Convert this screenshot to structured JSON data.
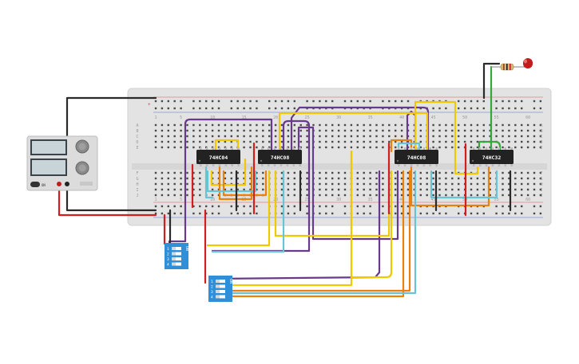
{
  "breadboard": {
    "column_numbers_top": [
      "1",
      "5",
      "10",
      "15",
      "20",
      "25",
      "30",
      "35",
      "40",
      "45",
      "50",
      "55",
      "60"
    ],
    "column_numbers_bottom": [
      "1",
      "5",
      "10",
      "15",
      "20",
      "25",
      "30",
      "35",
      "40",
      "45",
      "50",
      "55",
      "60"
    ],
    "row_letters_top": [
      "A",
      "B",
      "C",
      "D",
      "E"
    ],
    "row_letters_bottom": [
      "F",
      "G",
      "H",
      "I",
      "J"
    ],
    "rail_plus": "+",
    "rail_minus": "-"
  },
  "chips": [
    {
      "id": "chip-1",
      "label": "74HC04"
    },
    {
      "id": "chip-2",
      "label": "74HC08"
    },
    {
      "id": "chip-3",
      "label": "74HC08"
    },
    {
      "id": "chip-4",
      "label": "74HC32"
    }
  ],
  "dip_switches": [
    {
      "id": "dip-1",
      "on_label": "ON",
      "numbers": [
        "1",
        "2",
        "3",
        "4"
      ]
    },
    {
      "id": "dip-2",
      "on_label": "ON",
      "numbers": [
        "1",
        "2",
        "3",
        "4"
      ]
    }
  ],
  "power_supply": {
    "readout_1": "",
    "readout_2": "",
    "button_label": "ON"
  },
  "colors": {
    "breadboard": "#e2e2e2",
    "wire_purple": "#6a3a8a",
    "wire_yellow": "#f0c800",
    "wire_orange": "#e8820c",
    "wire_cyan": "#66c4d4",
    "wire_red": "#d21e1e",
    "wire_black": "#2a2a2a",
    "wire_green": "#36a83a",
    "dip_blue": "#2f8fd9",
    "led_red": "#c21d1d"
  }
}
